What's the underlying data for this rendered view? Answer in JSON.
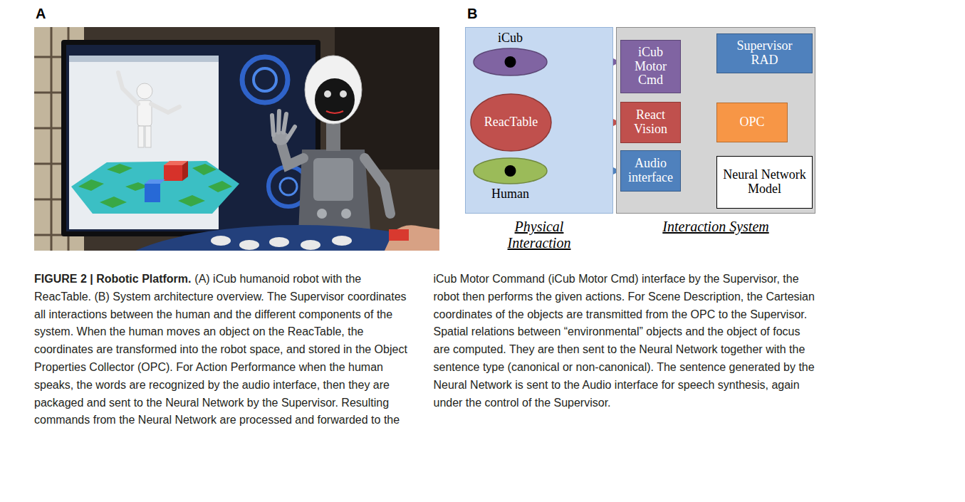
{
  "diagram": {
    "title": "FIGURE 2 | Robotic Platform.",
    "caption": "(A) iCub humanoid robot with the ReacTable. (B) System architecture overview. The Supervisor coordinates all interactions between the human and the different components of the system. When the human moves an object on the ReacTable, the coordinates are transformed into the robot space, and stored in the Object Properties Collector (OPC). For Action Performance when the human speaks, the words are recognized by the audio interface, then they are packaged and sent to the Neural Network by the Supervisor. Resulting commands from the Neural Network are processed and forwarded to the iCub Motor Command (iCub Motor Cmd) interface by the Supervisor, the robot then performs the given actions. For Scene Description, the Cartesian coordinates of the objects are transmitted from the OPC to the Supervisor. Spatial relations between “environmental” objects and the object of focus are computed. They are then sent to the Neural Network together with the sentence type (canonical or non-canonical). The sentence generated by the Neural Network is sent to the Audio interface for speech synthesis, again under the control of the Supervisor.",
    "nodes": [
      {
        "text": [
          "Physical Interaction"
        ]
      },
      {
        "text": [
          "iCub"
        ],
        "in": 0
      },
      {
        "text": [
          "ReacTable"
        ],
        "in": 0
      },
      {
        "text": [
          "Human"
        ],
        "in": 0
      },
      {
        "text": [
          "Interaction System"
        ]
      },
      {
        "text": [
          "iCub Motor Cmd"
        ],
        "in": 4
      },
      {
        "text": [
          "Supervisor RAD"
        ],
        "in": 4
      },
      {
        "text": [
          "React Vision"
        ],
        "in": 4
      },
      {
        "text": [
          "OPC"
        ],
        "in": 4
      },
      {
        "text": [
          "Audio interface"
        ],
        "in": 4
      },
      {
        "text": [
          "Neural Network Model"
        ],
        "in": 4
      }
    ],
    "edges": [
      {
        "from": 1,
        "to": 5,
        "arrow": "both"
      },
      {
        "from": 2,
        "to": 7,
        "arrow": "to"
      },
      {
        "from": 3,
        "to": 9,
        "arrow": "both"
      },
      {
        "from": 6,
        "to": 5,
        "arrow": "to"
      },
      {
        "from": 7,
        "to": 8,
        "arrow": "to"
      },
      {
        "from": 6,
        "to": 8,
        "arrow": "both"
      },
      {
        "from": 9,
        "to": 6,
        "arrow": "both"
      },
      {
        "from": 6,
        "to": 10,
        "arrow": "both"
      }
    ],
    "labels": [
      "A",
      "B"
    ]
  }
}
